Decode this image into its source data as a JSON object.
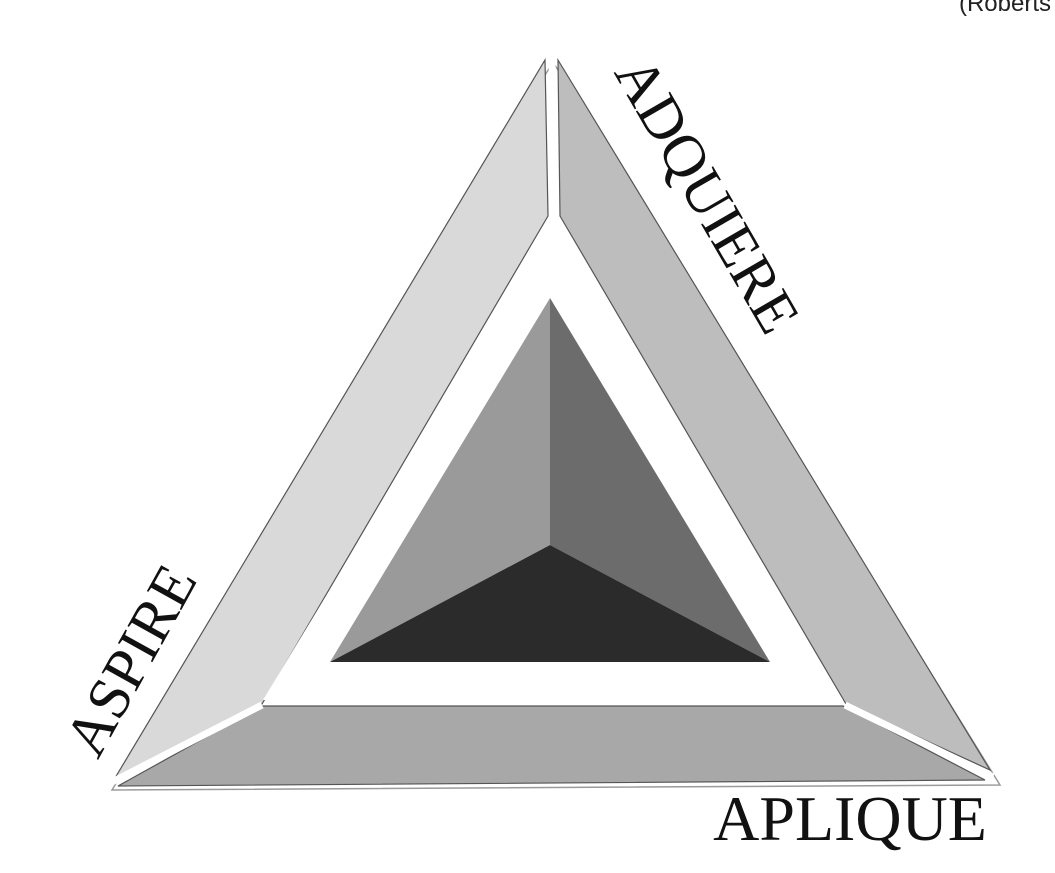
{
  "corner_note": "(Roberts",
  "labels": {
    "aspire": "ASPIRE",
    "adquiere": "ADQUIERE",
    "aplique": "APLIQUE"
  },
  "colors": {
    "left_band": "#d9d9d9",
    "right_band": "#bdbdbd",
    "bottom_band": "#a8a8a8",
    "inner_left_face": "#9a9a9a",
    "inner_right_face": "#6c6c6c",
    "inner_bottom_face": "#2b2b2b",
    "background": "#ffffff"
  }
}
